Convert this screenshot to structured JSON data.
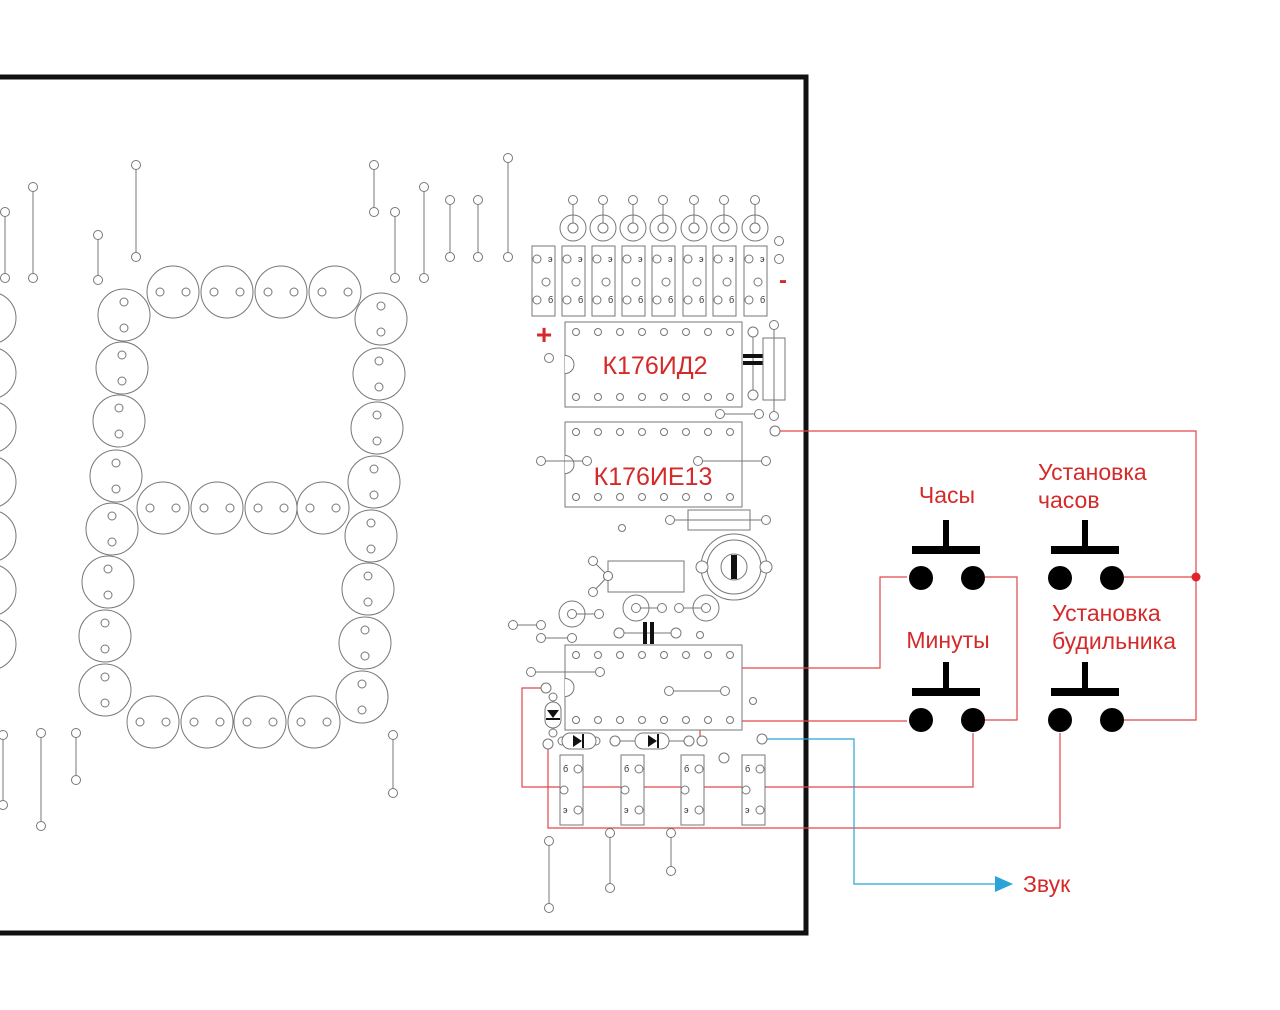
{
  "chips": {
    "decoder": "К176ИД2",
    "counter": "К176ИЕ13"
  },
  "power": {
    "plus": "+",
    "minus": "-"
  },
  "transistor_pins": {
    "emitter": "э",
    "base": "б"
  },
  "buttons": {
    "hours": "Часы",
    "set_hours_line1": "Установка",
    "set_hours_line2": "часов",
    "minutes": "Минуты",
    "set_alarm_line1": "Установка",
    "set_alarm_line2": "будильника"
  },
  "output": {
    "sound": "Звук"
  },
  "colors": {
    "wire": "#e0474c",
    "sound_wire": "#2aa3d8",
    "label": "#d42a2a",
    "board": "#111111"
  }
}
